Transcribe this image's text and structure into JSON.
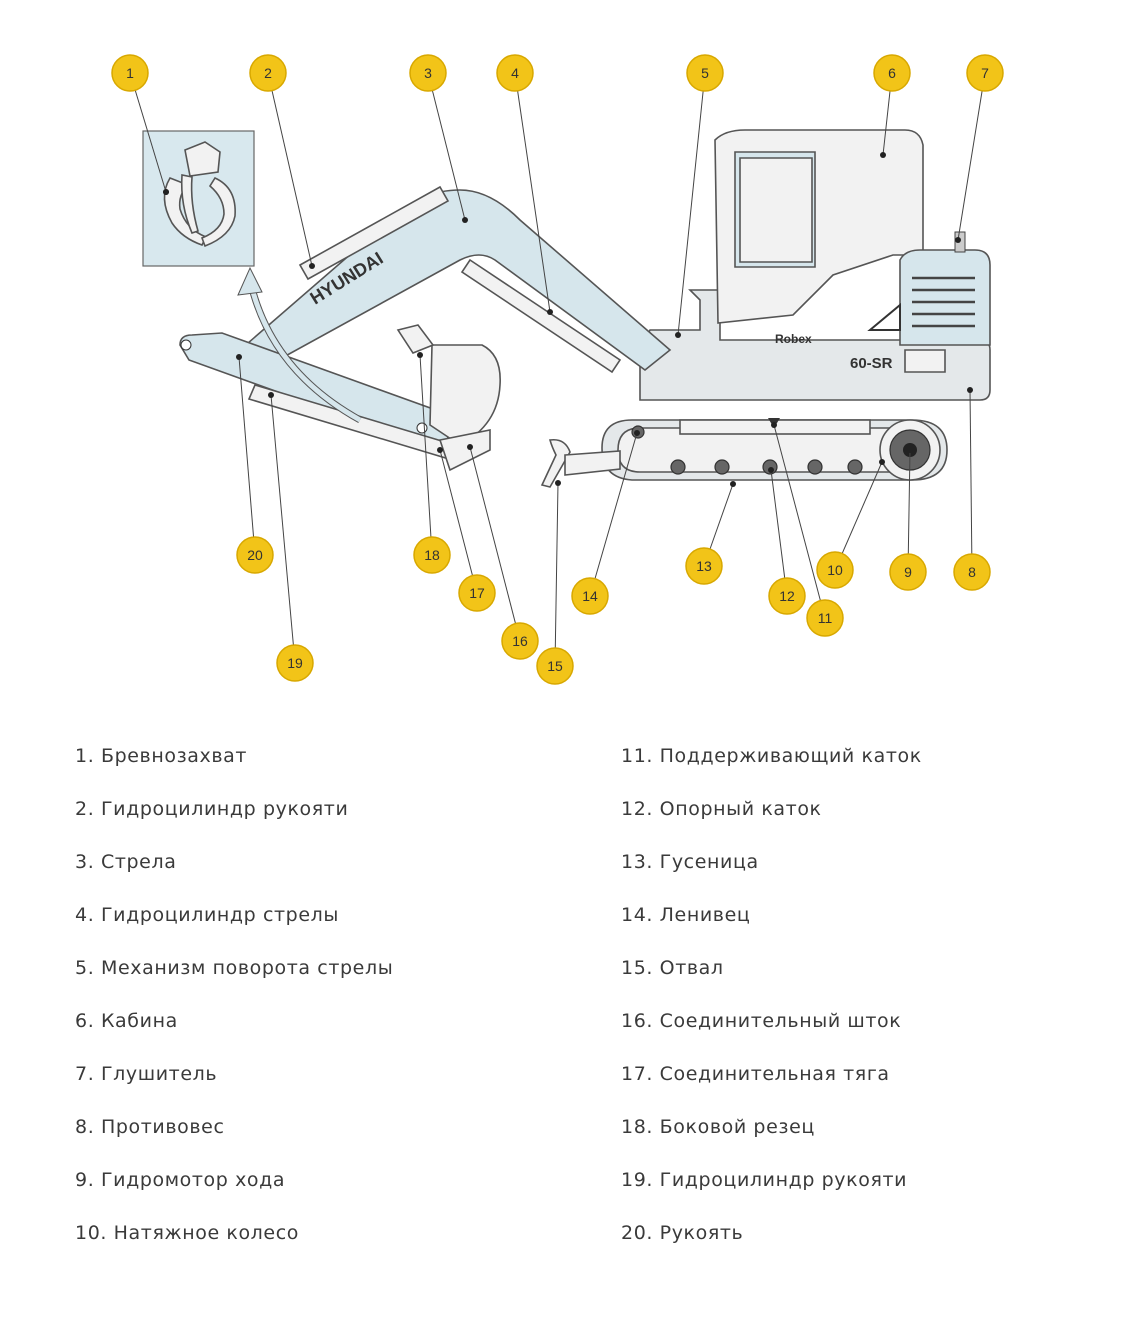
{
  "diagram": {
    "brand_boom": "HYUNDAI",
    "brand_cab": "Robex",
    "model_cab": "60-SR",
    "callouts": [
      "1",
      "2",
      "3",
      "4",
      "5",
      "6",
      "7",
      "8",
      "9",
      "10",
      "11",
      "12",
      "13",
      "14",
      "15",
      "16",
      "17",
      "18",
      "19",
      "20"
    ]
  },
  "colors": {
    "callout_fill": "#f2c418",
    "callout_stroke": "#d8a800",
    "machine_blue": "#d6e6ec"
  },
  "legend": {
    "left": [
      "1. Бревнозахват",
      "2. Гидроцилиндр рукояти",
      "3. Стрела",
      "4. Гидроцилиндр стрелы",
      "5. Механизм поворота стрелы",
      "6. Кабина",
      "7. Глушитель",
      "8. Противовес",
      "9. Гидромотор хода",
      "10. Натяжное колесо"
    ],
    "right": [
      "11. Поддерживающий каток",
      "12. Опорный каток",
      "13. Гусеница",
      "14. Ленивец",
      "15. Отвал",
      "16. Соединительный шток",
      "17. Соединительная тяга",
      "18. Боковой резец",
      "19. Гидроцилиндр рукояти",
      "20. Рукоять"
    ]
  }
}
